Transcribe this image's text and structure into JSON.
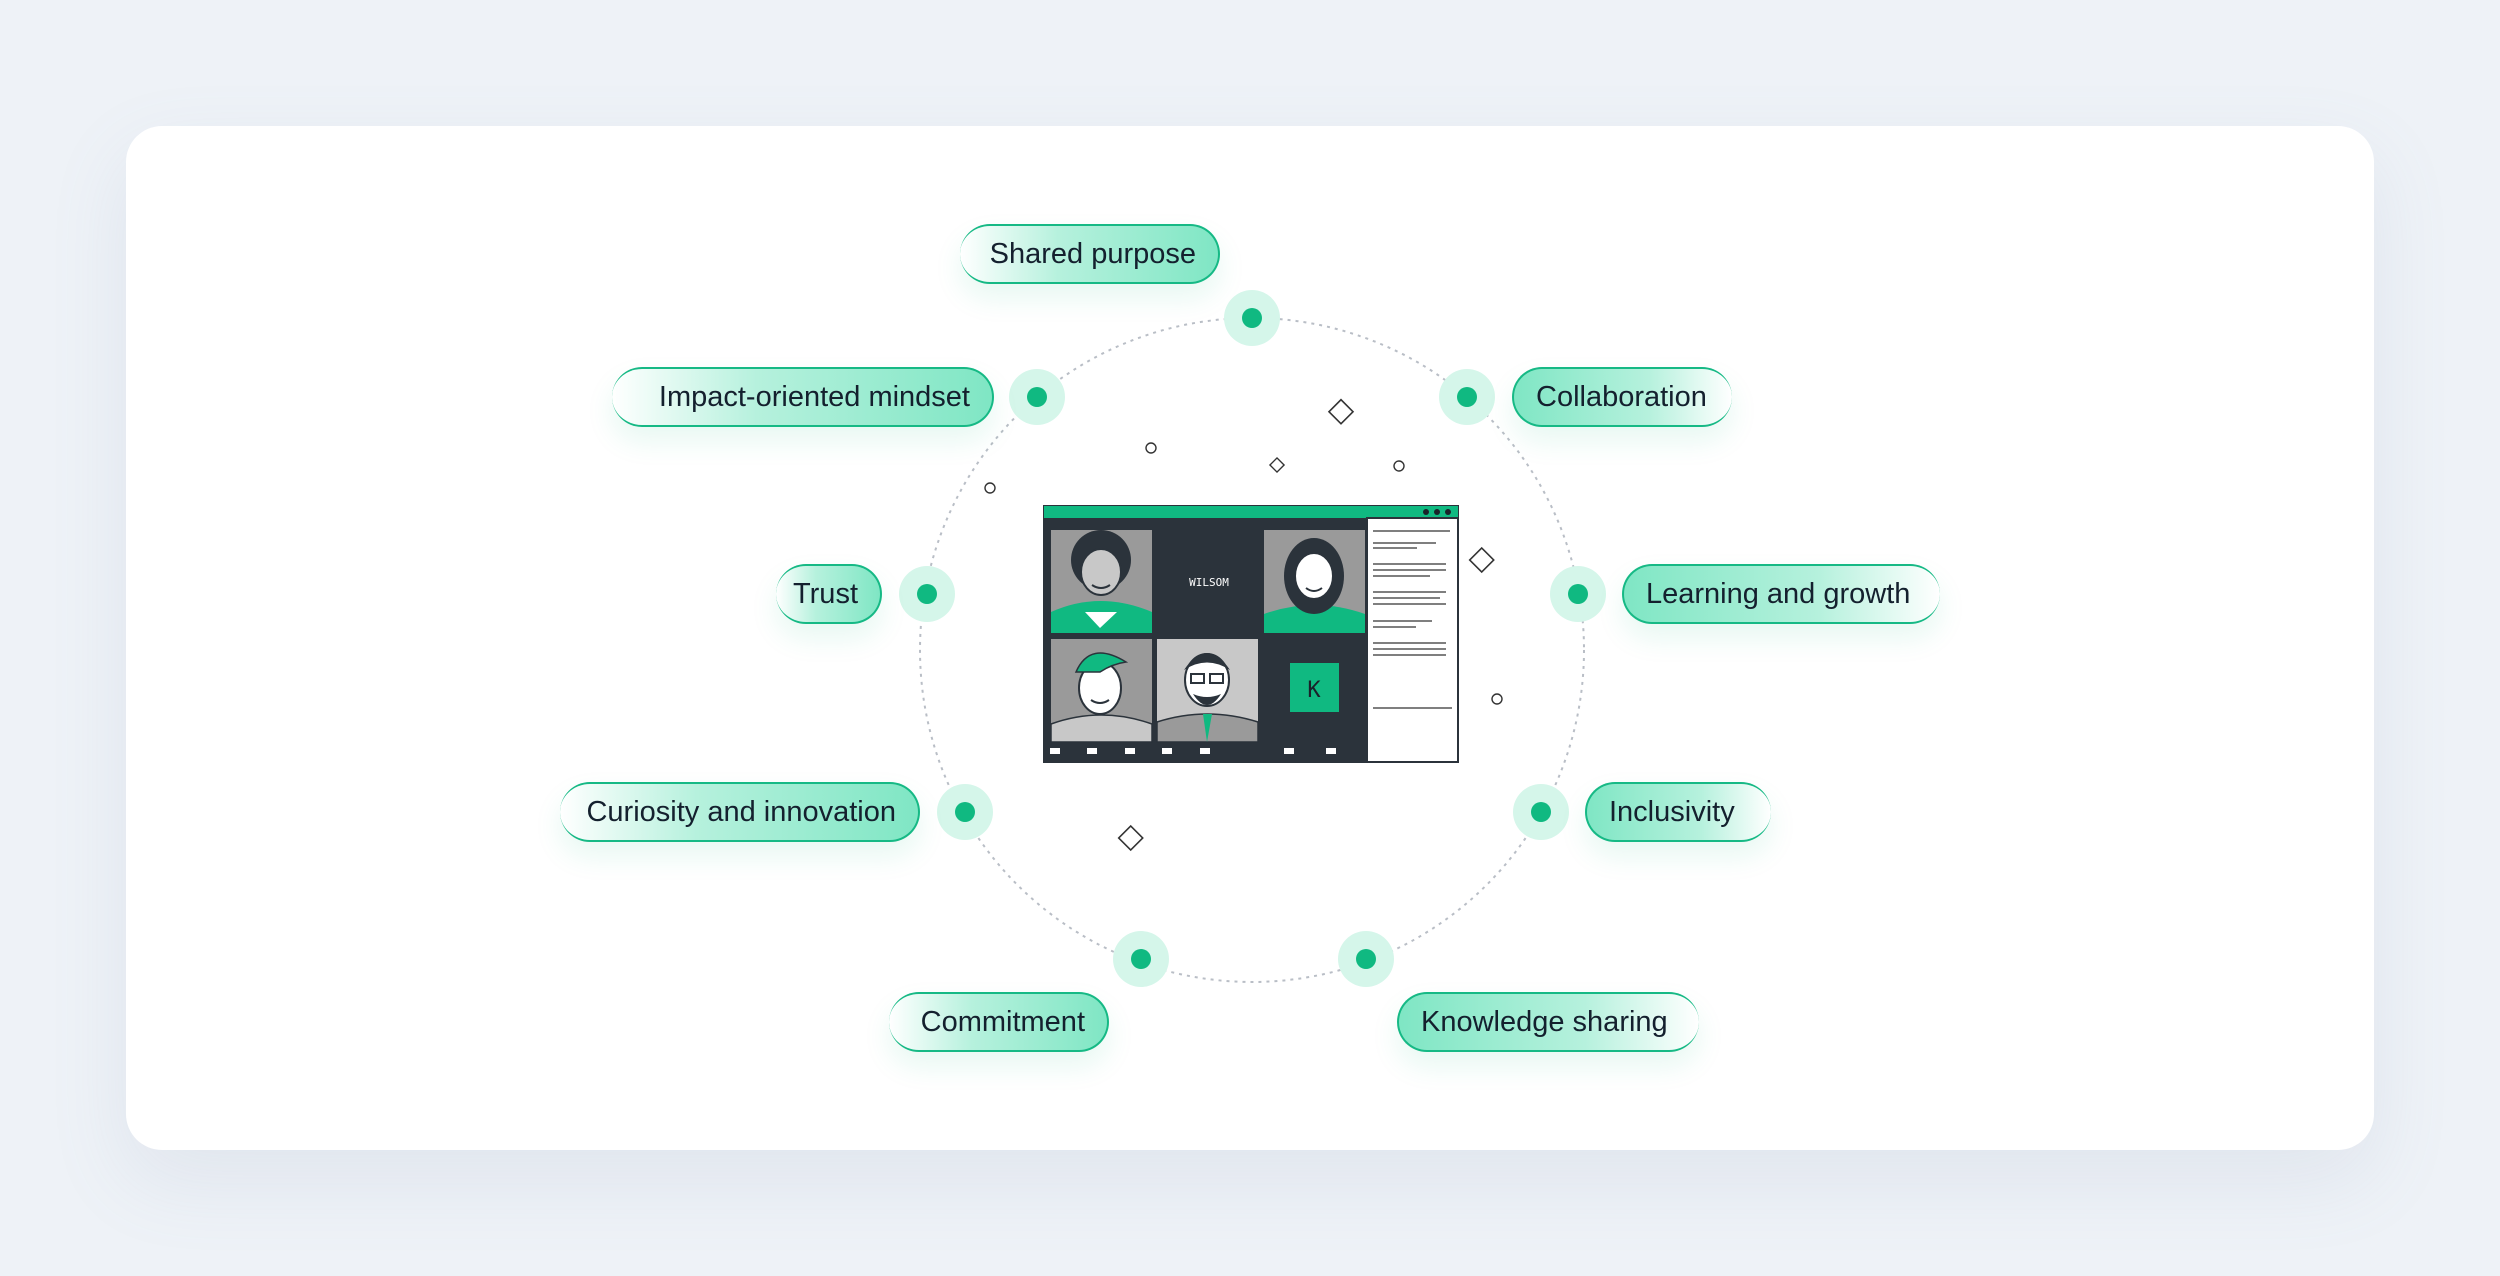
{
  "diagram": {
    "center_illustration": {
      "name_label": "WILSOM",
      "tile_letter": "K",
      "accent_color": "#10b981",
      "dark_color": "#2b333b"
    },
    "accent_color": "#10b981",
    "values": [
      {
        "label": "Shared purpose"
      },
      {
        "label": "Collaboration"
      },
      {
        "label": "Learning and growth"
      },
      {
        "label": "Inclusivity"
      },
      {
        "label": "Knowledge sharing"
      },
      {
        "label": "Commitment"
      },
      {
        "label": "Curiosity and innovation"
      },
      {
        "label": "Trust"
      },
      {
        "label": "Impact-oriented mindset"
      }
    ]
  }
}
